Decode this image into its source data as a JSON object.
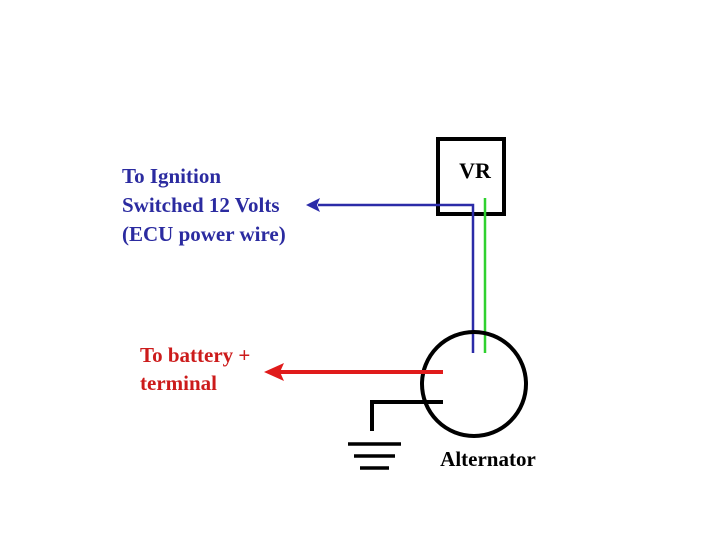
{
  "diagram": {
    "regulator": {
      "label": "VR"
    },
    "alternator": {
      "label": "Alternator"
    },
    "ignition_label": {
      "lines": [
        "To Ignition",
        "Switched 12 Volts",
        "(ECU power wire)"
      ]
    },
    "battery_label": {
      "lines": [
        "To battery +",
        "terminal"
      ]
    },
    "colors": {
      "ignition_wire": "#2b2ba8",
      "ignition_text": "#2b2ba0",
      "field_wire": "#2fd12f",
      "battery_wire": "#e01b1b",
      "battery_text": "#cc1b1b",
      "outline": "#000000"
    },
    "components": [
      "voltage-regulator",
      "alternator",
      "ground-symbol"
    ],
    "connections": [
      {
        "from": "voltage-regulator",
        "to": "ignition-switched-12v",
        "wire": "blue"
      },
      {
        "from": "voltage-regulator",
        "to": "alternator",
        "wire": "blue"
      },
      {
        "from": "voltage-regulator",
        "to": "alternator",
        "wire": "green"
      },
      {
        "from": "alternator",
        "to": "battery-positive",
        "wire": "red"
      },
      {
        "from": "alternator",
        "to": "ground",
        "wire": "black"
      }
    ]
  }
}
